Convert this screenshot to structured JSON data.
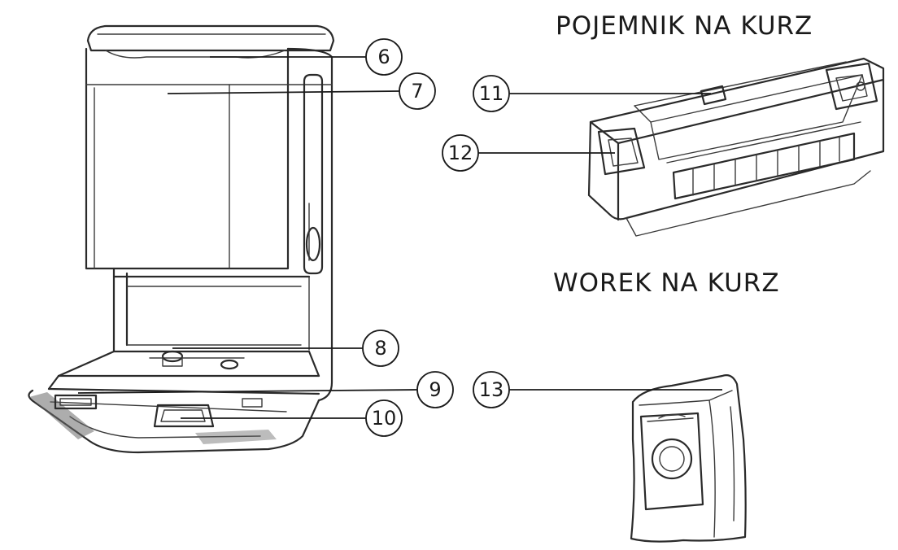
{
  "headings": {
    "dust_container": "POJEMNIK NA KURZ",
    "dust_bag": "WOREK NA KURZ"
  },
  "callouts": [
    "6",
    "7",
    "8",
    "9",
    "10",
    "11",
    "12",
    "13"
  ],
  "colors": {
    "ink": "#2a2a2a",
    "background": "#ffffff"
  }
}
